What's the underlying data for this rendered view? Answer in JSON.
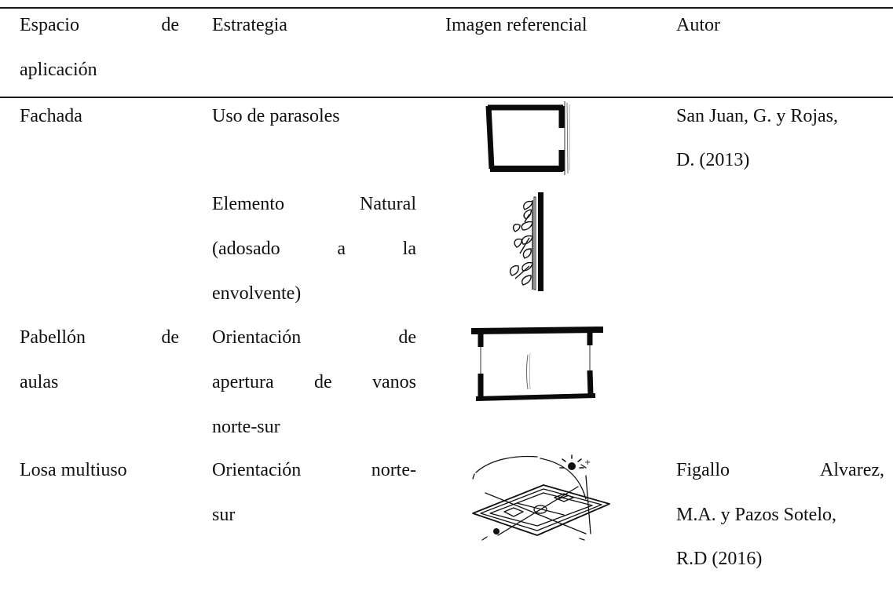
{
  "table": {
    "headers": {
      "space": [
        "Espacio",
        "de",
        "aplicación"
      ],
      "strategy": "Estrategia",
      "image": "Imagen referencial",
      "author": "Autor"
    },
    "rows": [
      {
        "space": "Fachada",
        "strategy": "Uso de parasoles",
        "author": [
          "San Juan, G. y Rojas,",
          "D. (2013)"
        ],
        "icon": "window-parasol-illustration"
      },
      {
        "space": "",
        "strategy": [
          [
            "Elemento",
            "Natural"
          ],
          [
            "(adosado",
            "a",
            "la"
          ],
          [
            "envolvente)"
          ]
        ],
        "author": "",
        "icon": "green-wall-plants-illustration"
      },
      {
        "space": [
          [
            "Pabellón",
            "de"
          ],
          [
            "aulas"
          ]
        ],
        "strategy": [
          [
            "Orientación",
            "de"
          ],
          [
            "apertura",
            "de",
            "vanos"
          ],
          [
            "norte-sur"
          ]
        ],
        "author": "",
        "icon": "classroom-section-illustration"
      },
      {
        "space": "Losa multiuso",
        "strategy": [
          [
            "Orientación",
            "norte-"
          ],
          [
            "sur"
          ]
        ],
        "author": [
          [
            "Figallo",
            "Alvarez,"
          ],
          [
            "M.A. y Pazos Sotelo,"
          ],
          [
            "R.D (2016)"
          ]
        ],
        "icon": "sports-court-sun-path-illustration"
      }
    ]
  }
}
